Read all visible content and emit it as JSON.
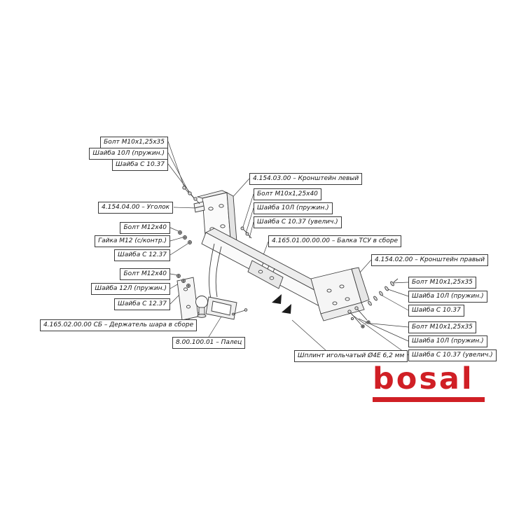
{
  "brand": {
    "name": "bosal",
    "color": "#d01f25"
  },
  "labels": {
    "tl_bolt": "Болт М10х1,25х35",
    "tl_washer_spring": "Шайба 10Л (пружин.)",
    "tl_washer_flat": "Шайба С 10.37",
    "ugolok": "4.154.04.00 – Уголок",
    "l1_bolt": "Болт М12х40",
    "l1_nut": "Гайка М12 (с/контр.)",
    "l1_washer": "Шайба С 12.37",
    "l2_bolt": "Болт М12х40",
    "l2_washer_spring": "Шайба 12Л (пружин.)",
    "l2_washer_flat": "Шайба С 12.37",
    "ball_holder": "4.165.02.00.00 СБ – Держатель шара в сборе",
    "pin": "8.00.100.01 – Палец",
    "bracket_left": "4.154.03.00 – Кронштейн левый",
    "c_bolt": "Болт М10х1,25х40",
    "c_washer_spring": "Шайба 10Л (пружин.)",
    "c_washer_large": "Шайба С 10.37 (увелич.)",
    "beam": "4.165.01.00.00.00 – Балка ТСУ в сборе",
    "bracket_right": "4.154.02.00 – Кронштейн правый",
    "r1_bolt": "Болт М10х1,25х35",
    "r1_washer_spring": "Шайба 10Л (пружин.)",
    "r1_washer_flat": "Шайба С 10.37",
    "r2_bolt": "Болт М10х1,25х35",
    "r2_washer_spring": "Шайба 10Л (пружин.)",
    "r2_washer_large": "Шайба С 10.37 (увелич.)",
    "cotter": "Шплинт игольчатый Ø4Е 6,2 мм"
  }
}
